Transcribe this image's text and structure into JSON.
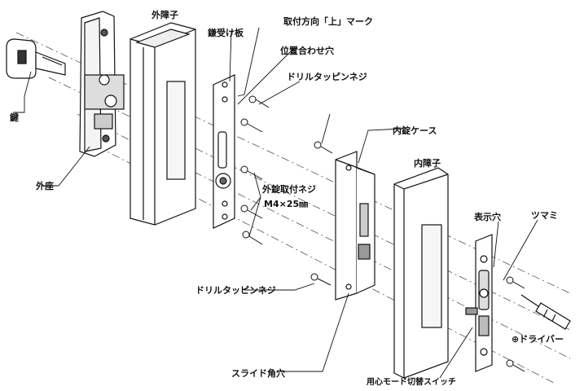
{
  "labels": {
    "key": "鍵",
    "outer_seat": "外座",
    "outer_shoji": "外障子",
    "strike_plate": "鎌受け板",
    "mount_direction_mark": "取付方向「上」マーク",
    "positioning_hole": "位置合わせ穴",
    "drill_tapping_screw_top": "ドリルタッピンネジ",
    "inner_lock_case": "内錠ケース",
    "outer_lock_screw": "外錠取付ネジ",
    "screw_size": "M4×25㎜",
    "inner_shoji": "内障子",
    "indicator_hole": "表示穴",
    "knob": "ツマミ",
    "drill_tapping_screw_bottom": "ドリルタッピンネジ",
    "screwdriver": "⊕ドライバー",
    "slide_square_hole": "スライド角穴",
    "caution_mode_switch": "用心モード切替スイッチ"
  }
}
